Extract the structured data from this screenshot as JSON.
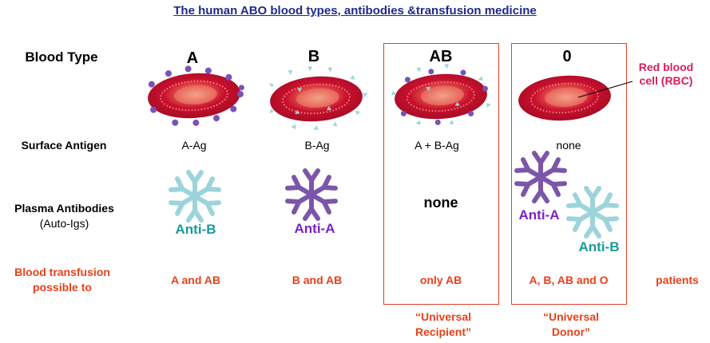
{
  "title": "The human ABO blood types, antibodies &transfusion medicine",
  "rows": {
    "blood_type": "Blood Type",
    "surface_antigen": "Surface Antigen",
    "plasma_antibodies_line1": "Plasma Antibodies",
    "plasma_antibodies_line2": "(Auto-Igs)",
    "transfusion_line1": "Blood transfusion",
    "transfusion_line2": "possible to"
  },
  "columns": [
    {
      "type": "A",
      "antigen": "A-Ag",
      "antibody": "Anti-B",
      "transfusion": "A and AB"
    },
    {
      "type": "B",
      "antigen": "B-Ag",
      "antibody": "Anti-A",
      "transfusion": "B and AB"
    },
    {
      "type": "AB",
      "antigen": "A + B-Ag",
      "antibody": "none",
      "transfusion": "only AB",
      "note_line1": "“Universal",
      "note_line2": "Recipient”"
    },
    {
      "type": "0",
      "antigen": "none",
      "antibody_1": "Anti-A",
      "antibody_2": "Anti-B",
      "transfusion": "A, B, AB and O",
      "note_line1": "“Universal",
      "note_line2": "Donor”"
    }
  ],
  "rbc_label_line1": "Red blood",
  "rbc_label_line2": "cell (RBC)",
  "patients": "patients",
  "colors": {
    "title": "#1f2a8c",
    "red_text": "#e8401a",
    "box": "#e2402a",
    "rbc": "#c8102e",
    "teal": "#1a9a9a",
    "purple": "#7a22c8",
    "antibody_teal": "#9dd3da",
    "antibody_purple": "#7b56a8",
    "rbc_label": "#d81e5b"
  }
}
